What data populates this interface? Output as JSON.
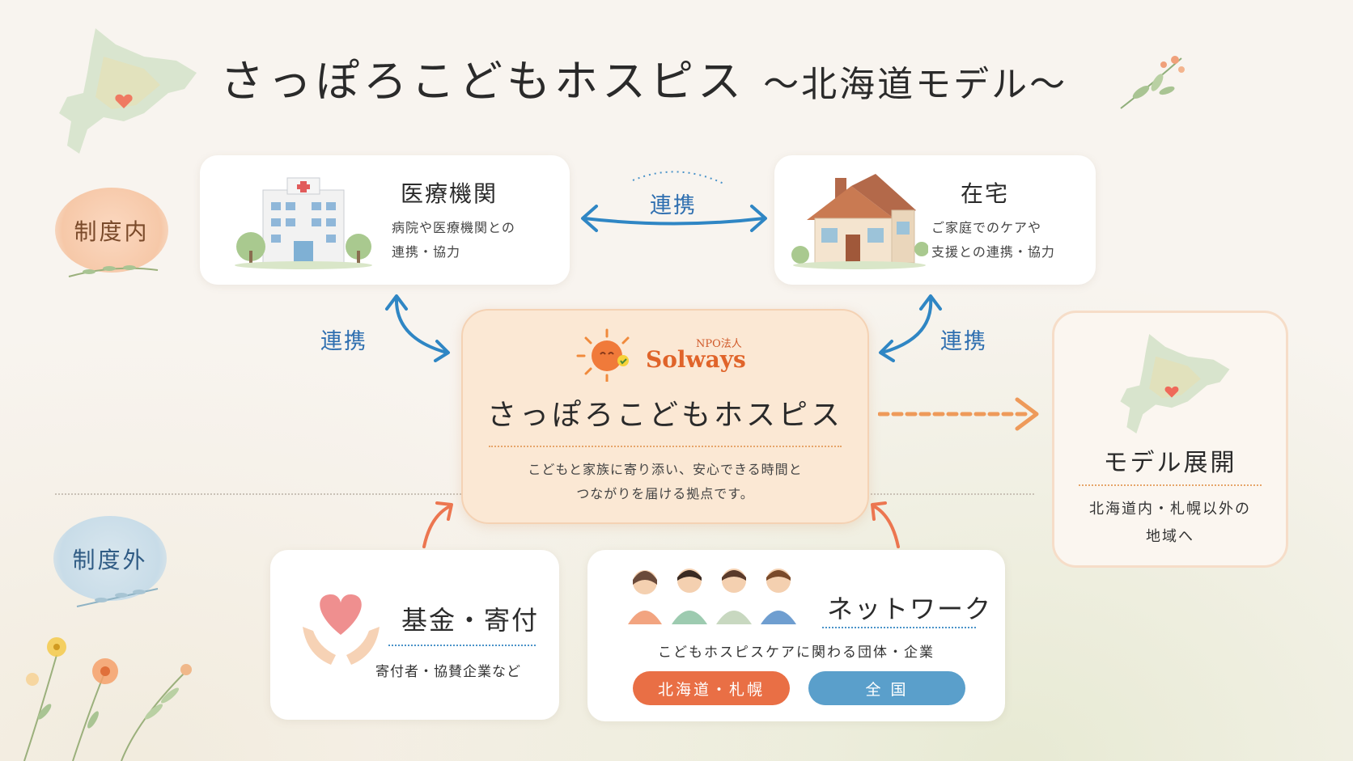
{
  "header": {
    "title": "さっぽろこどもホスピス",
    "subtitle": "～北海道モデル～"
  },
  "zones": {
    "institutional": "制度内",
    "non_institutional": "制度外"
  },
  "medical": {
    "title": "医療機関",
    "desc_line1": "病院や医療機関との",
    "desc_line2": "連携・協力"
  },
  "home": {
    "title": "在宅",
    "desc_line1": "ご家庭でのケアや",
    "desc_line2": "支援との連携・協力"
  },
  "connections": {
    "top": "連携",
    "left": "連携",
    "right": "連携"
  },
  "center": {
    "org_tag": "NPO法人",
    "org_name": "Solways",
    "title": "さっぽろこどもホスピス",
    "desc_line1": "こどもと家族に寄り添い、安心できる時間と",
    "desc_line2": "つながりを届ける拠点です。"
  },
  "model": {
    "title": "モデル展開",
    "desc_line1": "北海道内・札幌以外の",
    "desc_line2": "地域へ"
  },
  "fund": {
    "title": "基金・寄付",
    "desc": "寄付者・協賛企業など"
  },
  "network": {
    "title": "ネットワーク",
    "desc": "こどもホスピスケアに関わる団体・企業",
    "pill_local": "北海道・札幌",
    "pill_national": "全 国"
  },
  "colors": {
    "accent_blue": "#2f86c4",
    "accent_orange": "#e96f45",
    "pill_blue": "#5a9fcb",
    "center_bg": "#fbe8d4"
  },
  "icons": [
    "hokkaido-map-icon",
    "hospital-icon",
    "house-icon",
    "sun-logo-icon",
    "heart-hands-icon",
    "people-group-icon",
    "flowers-icon",
    "leaf-sprig-icon"
  ]
}
